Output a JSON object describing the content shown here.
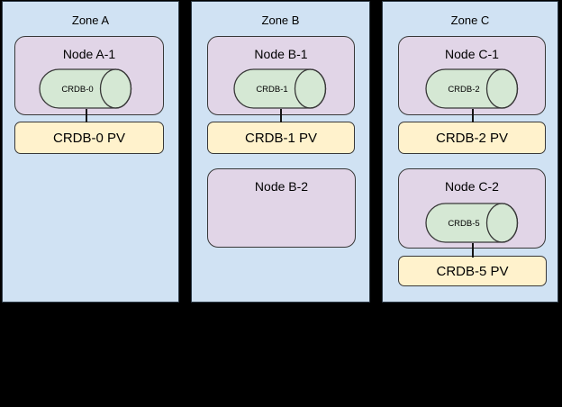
{
  "diagram": {
    "type": "kubernetes-zone-topology",
    "background_color": "#000000",
    "colors": {
      "zone_fill": "#d0e2f3",
      "zone_border": "#2e3b47",
      "node_fill": "#e1d5e7",
      "database_fill": "#d5e8d4",
      "pv_fill": "#fff2cc",
      "shape_border": "#383838",
      "text": "#000000"
    }
  },
  "zones": [
    {
      "title": "Zone A",
      "nodes": [
        {
          "label": "Node A-1",
          "db": "CRDB-0",
          "pv": "CRDB-0 PV"
        }
      ]
    },
    {
      "title": "Zone B",
      "nodes": [
        {
          "label": "Node B-1",
          "db": "CRDB-1",
          "pv": "CRDB-1 PV"
        },
        {
          "label": "Node B-2"
        }
      ]
    },
    {
      "title": "Zone C",
      "nodes": [
        {
          "label": "Node C-1",
          "db": "CRDB-2",
          "pv": "CRDB-2 PV"
        },
        {
          "label": "Node C-2",
          "db": "CRDB-5",
          "pv": "CRDB-5 PV"
        }
      ]
    }
  ]
}
